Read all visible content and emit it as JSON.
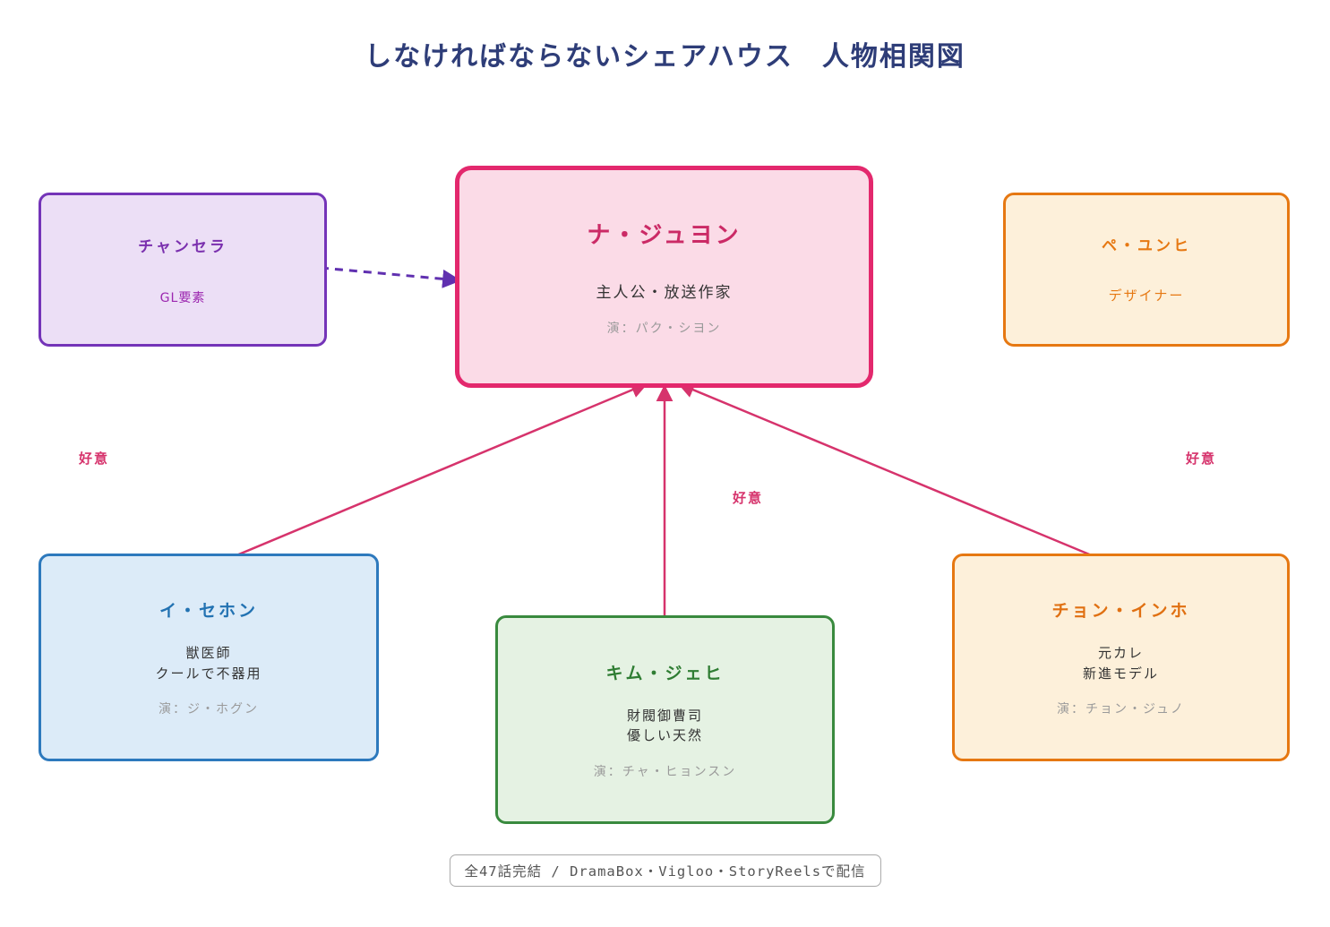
{
  "title": "しなければならないシェアハウス　人物相関図",
  "nodes": {
    "juyon": {
      "name": "ナ・ジュヨン",
      "role": "主人公・放送作家",
      "cast": "演：パク・シヨン"
    },
    "chansera": {
      "name": "チャンセラ",
      "note": "GL要素"
    },
    "yunhi": {
      "name": "ペ・ユンヒ",
      "role": "デザイナー"
    },
    "sehon": {
      "name": "イ・セホン",
      "role": "獣医師\nクールで不器用",
      "cast": "演：ジ・ホグン"
    },
    "jehi": {
      "name": "キム・ジェヒ",
      "role": "財閥御曹司\n優しい天然",
      "cast": "演：チャ・ヒョンスン"
    },
    "inho": {
      "name": "チョン・インホ",
      "role": "元カレ\n新進モデル",
      "cast": "演：チョン・ジュノ"
    }
  },
  "edges": {
    "sehon": {
      "label": "好意"
    },
    "jehi": {
      "label": "好意"
    },
    "inho": {
      "label": "好意"
    }
  },
  "colors": {
    "arrow_pink": "#d6336c",
    "arrow_purple": "#6030b0",
    "main_border": "#e3286d",
    "title": "#2e3d78"
  },
  "footer": "全47話完結 / DramaBox・Vigloo・StoryReelsで配信"
}
